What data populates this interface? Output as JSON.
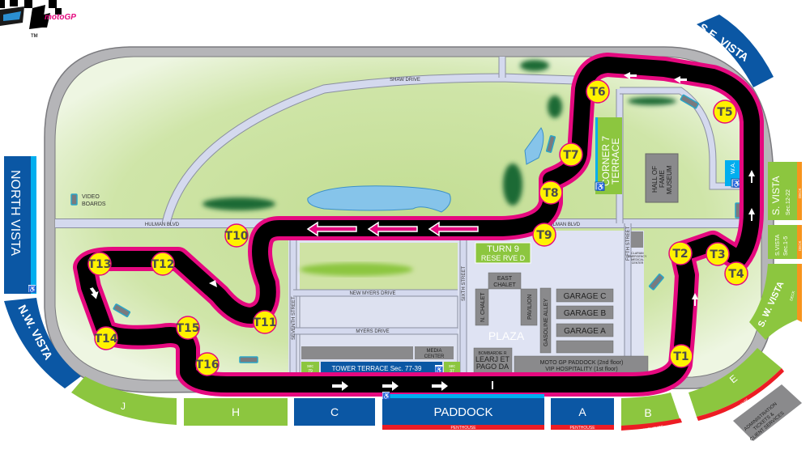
{
  "logo": {
    "brand": "motoGP",
    "trademark": "TM"
  },
  "colors": {
    "grass": "#c5df96",
    "grass_light": "#e8f2d5",
    "track": "#000000",
    "track_edge": "#e5097f",
    "outer_oval": "#b5b5b8",
    "road": "#d4d9ee",
    "paved": "#dfe3f3",
    "water": "#86c4ea",
    "trees": "#1e6b36",
    "turn_marker": "#fff200",
    "stand_blue": "#0b57a4",
    "stand_green": "#8cc63f",
    "stand_cyan": "#00aeef",
    "deck_orange": "#f7941d",
    "penthouse_red": "#ed1c24",
    "building": "#8a8a8c",
    "direction_arrow_pink": "#e5097f"
  },
  "turns": [
    {
      "id": "T1",
      "label": "T1"
    },
    {
      "id": "T2",
      "label": "T2"
    },
    {
      "id": "T3",
      "label": "T3"
    },
    {
      "id": "T4",
      "label": "T4"
    },
    {
      "id": "T5",
      "label": "T5"
    },
    {
      "id": "T6",
      "label": "T6"
    },
    {
      "id": "T7",
      "label": "T7"
    },
    {
      "id": "T8",
      "label": "T8"
    },
    {
      "id": "T9",
      "label": "T9"
    },
    {
      "id": "T10",
      "label": "T10"
    },
    {
      "id": "T11",
      "label": "T11"
    },
    {
      "id": "T12",
      "label": "T12"
    },
    {
      "id": "T13",
      "label": "T13"
    },
    {
      "id": "T14",
      "label": "T14"
    },
    {
      "id": "T15",
      "label": "T15"
    },
    {
      "id": "T16",
      "label": "T16"
    }
  ],
  "roads": {
    "shaw_drive": "SHAW DRIVE",
    "hulman_blvd_west": "HULMAN BLVD",
    "hulman_blvd_east": "HULMAN BLVD",
    "new_myers_drive": "NEW MYERS DRIVE",
    "myers_drive": "MYERS DRIVE",
    "seventh_street": "SEVENTH STREET",
    "sixth_street": "SIXTH STREET",
    "fifth_street": "FIFTH STREET"
  },
  "venues": {
    "video_boards": [
      "VIDEO",
      "BOARDS"
    ],
    "corner7_terrace": [
      "CORNER 7",
      "TERRACE"
    ],
    "hall_of_fame": [
      "HALL OF",
      "FAME",
      "MUSEUM"
    ],
    "wa": "W.A.",
    "turn9_reserved": [
      "TURN 9",
      "RESE  RVE D"
    ],
    "east_chalet": [
      "EAST",
      "CHALET"
    ],
    "n_chalet": "N. CHALET",
    "pavilion": "PAVILION",
    "gasoline_alley": "GASOLINE ALLEY",
    "garage_c": "GARAGE C",
    "garage_b": "GARAGE B",
    "garage_a": "GARAGE A",
    "plaza": "PLAZA",
    "learjet_pagoda": [
      "BOMBARDIE R",
      "LEARJ ET",
      "PAGO DA"
    ],
    "paddock_hospitality": [
      "MOTO GP PADDOCK (2nd floor)",
      "VIP HOSPITALITY (1st floor)"
    ],
    "medical_center": [
      "CLARIAN",
      "EMERGENCY",
      "MEDICAL",
      "CENTER"
    ],
    "media_center": [
      "MEDIA",
      "CENTER"
    ],
    "tower_terrace": "TOWER TERRACE Sec. 77-39",
    "sec79": [
      "sec",
      "79"
    ],
    "sec37": [
      "sec",
      "37"
    ],
    "administration": [
      "ADMINISTRATION",
      "TICKETS &",
      "CLIENT SERVICES"
    ]
  },
  "stands": {
    "north_vista": "NORTH VISTA",
    "nw_vista": "N.W. VISTA",
    "se_vista": "S.E. VISTA",
    "s_vista": {
      "name": "S. VISTA",
      "sec": "Sec.12-22",
      "deck": "DECK"
    },
    "s_vista_small": {
      "name": "S.VISTA",
      "sec": "Sec.1-5",
      "deck": "DECK"
    },
    "sw_vista": {
      "name": "S. W. VISTA",
      "deck": "DECK"
    },
    "j": "J",
    "h": "H",
    "c": "C",
    "paddock": {
      "name": "PADDOCK",
      "sub": "PENTHOUSE"
    },
    "a": {
      "name": "A",
      "sub": "PENTHOUSE"
    },
    "b": {
      "name": "B",
      "sub": "PENTHOUSE"
    },
    "e": {
      "name": "E",
      "sub": "PENTHOUSE"
    }
  }
}
